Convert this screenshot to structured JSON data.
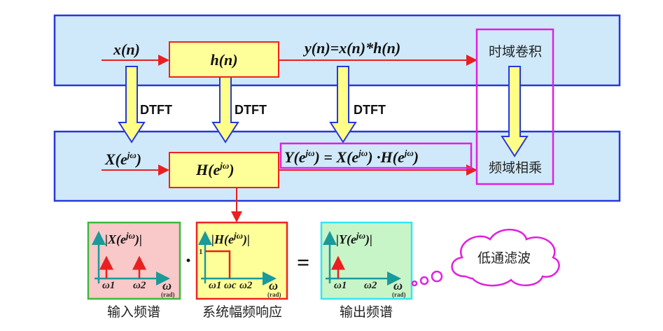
{
  "top": {
    "input": "x(n)",
    "system": "h(n)",
    "output": "y(n)=x(n)*h(n)",
    "right_label": "时域卷积"
  },
  "transform_label": "DTFT",
  "bottom": {
    "input": {
      "a": "X(e",
      "sup": "jω",
      "b": ")"
    },
    "system": {
      "a": "H(e",
      "sup": "jω",
      "b": ")"
    },
    "formula": {
      "y": "Y(e",
      "sup1": "jω",
      "mid": ") = X(e",
      "sup2": "jω",
      "mid2": ")  ·H(e",
      "sup3": "jω",
      "end": ")"
    },
    "right_label": "频域相乘"
  },
  "panels": [
    {
      "title": {
        "a": "|X(e",
        "sup": "jω",
        "b": ")|"
      },
      "ticks": [
        "ω1",
        "ω2"
      ],
      "axis": "ω",
      "unit": "(rad)",
      "caption": "输入频谱",
      "colors": {
        "fill": "#f9c8c8",
        "border": "#3cba3c"
      }
    },
    {
      "title": {
        "a": "|H(e",
        "sup": "jω",
        "b": ")|"
      },
      "ticks": [
        "ω1",
        "ωc",
        "ω2"
      ],
      "level": "1",
      "axis": "ω",
      "unit": "(rad)",
      "caption": "系统幅频响应",
      "colors": {
        "fill": "#ffff99",
        "border": "#ee2222"
      }
    },
    {
      "title": {
        "a": "|Y(e",
        "sup": "jω",
        "b": ")|"
      },
      "ticks": [
        "ω1",
        "ω2"
      ],
      "axis": "ω",
      "unit": "(rad)",
      "caption": "输出频谱",
      "colors": {
        "fill": "#c8f5c8",
        "border": "#33e6f0"
      }
    }
  ],
  "operators": {
    "dot": "·",
    "equals": "="
  },
  "cloud_label": "低通滤波"
}
